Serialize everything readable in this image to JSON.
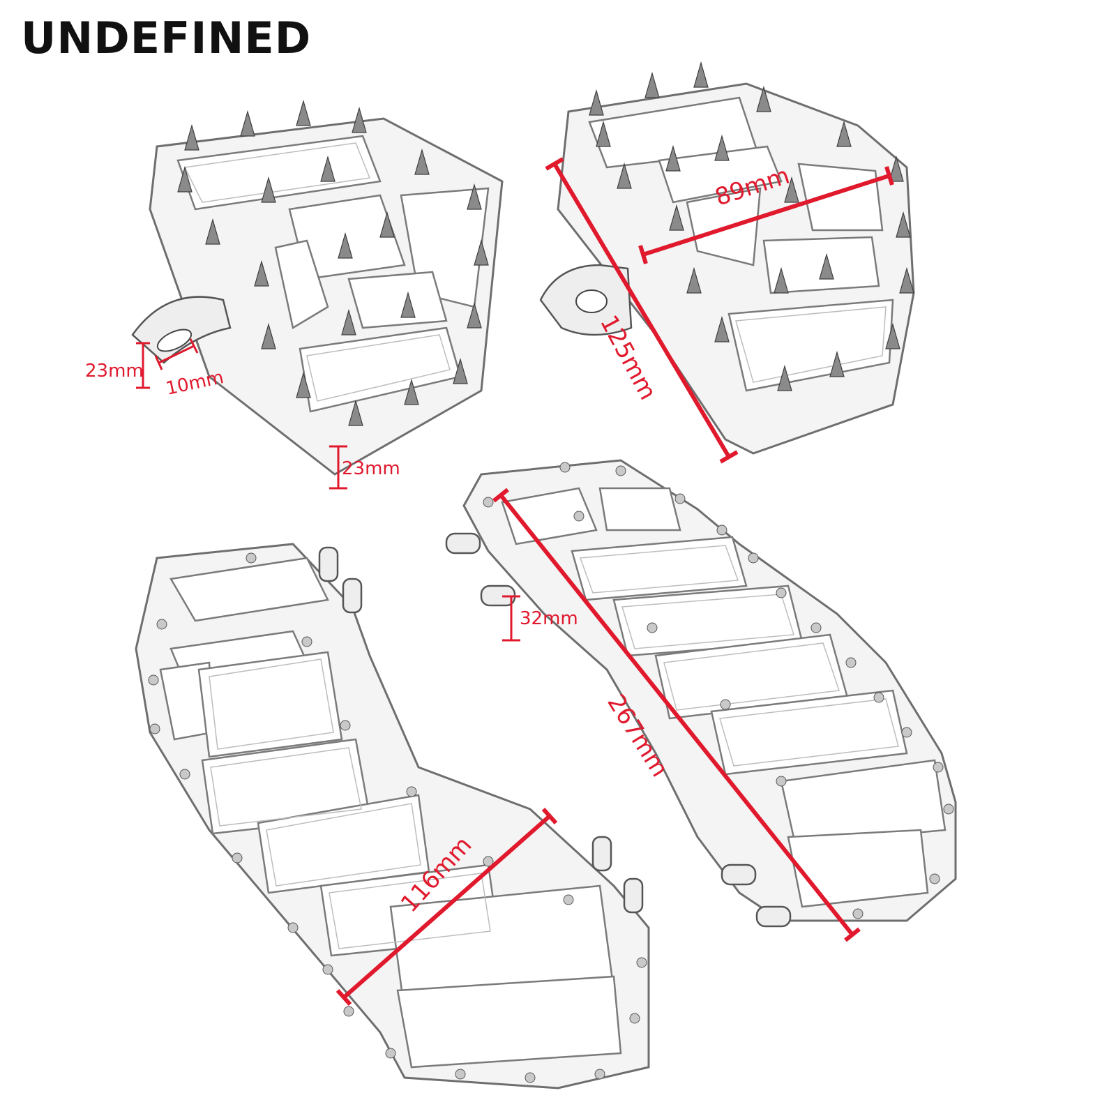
{
  "brand": {
    "text": "UNDEFINED"
  },
  "dimensions": {
    "top_left_width": "23mm",
    "top_left_hole": "10mm",
    "top_left_height": "23mm",
    "top_right_width": "89mm",
    "top_right_length": "125mm",
    "bottom_left_width": "116mm",
    "bottom_right_mount": "32mm",
    "bottom_right_length": "267mm"
  },
  "colors": {
    "dimension": "#e0192d",
    "brand": "#111111",
    "metal": "#8a8a8a"
  }
}
